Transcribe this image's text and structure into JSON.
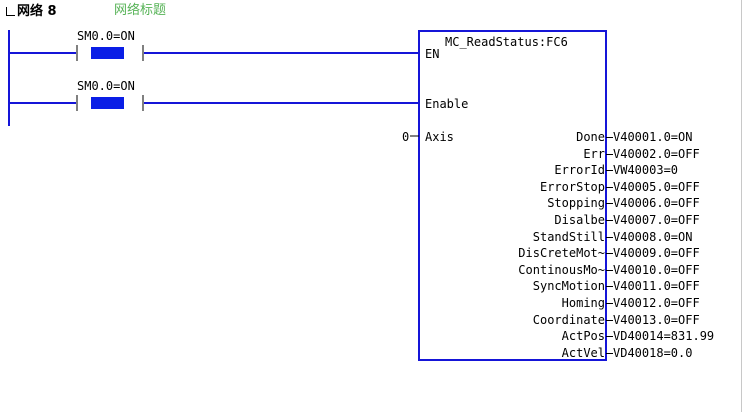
{
  "network": {
    "number_label": "网络 8",
    "title": "网络标题"
  },
  "contacts": [
    {
      "label": "SM0.0=ON"
    },
    {
      "label": "SM0.0=ON"
    }
  ],
  "block": {
    "title": "MC_ReadStatus:FC6",
    "en_label": "EN",
    "inputs": [
      {
        "name": "Enable",
        "value": ""
      },
      {
        "name": "Axis",
        "value": "0"
      }
    ],
    "outputs": [
      {
        "name": "Done",
        "value": "V40001.0=ON"
      },
      {
        "name": "Err",
        "value": "V40002.0=OFF"
      },
      {
        "name": "ErrorId",
        "value": "VW40003=0"
      },
      {
        "name": "ErrorStop",
        "value": "V40005.0=OFF"
      },
      {
        "name": "Stopping",
        "value": "V40006.0=OFF"
      },
      {
        "name": "Disalbe",
        "value": "V40007.0=OFF"
      },
      {
        "name": "StandStill",
        "value": "V40008.0=ON"
      },
      {
        "name": "DisCreteMot~",
        "value": "V40009.0=OFF"
      },
      {
        "name": "ContinousMo~",
        "value": "V40010.0=OFF"
      },
      {
        "name": "SyncMotion",
        "value": "V40011.0=OFF"
      },
      {
        "name": "Homing",
        "value": "V40012.0=OFF"
      },
      {
        "name": "Coordinate",
        "value": "V40013.0=OFF"
      },
      {
        "name": "ActPos",
        "value": "VD40014=831.99"
      },
      {
        "name": "ActVel",
        "value": "VD40018=0.0"
      }
    ]
  },
  "colors": {
    "wire": "#1515d8",
    "contact_active": "#0a1ee6",
    "title_green": "#57b357"
  }
}
